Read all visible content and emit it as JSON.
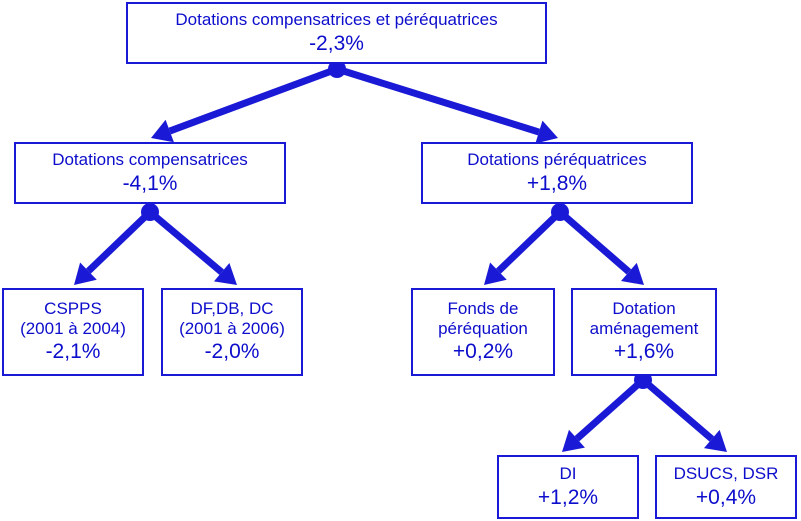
{
  "nodes": {
    "root": {
      "label": "Dotations compensatrices et péréquatrices",
      "value": "-2,3%"
    },
    "comp": {
      "label": "Dotations compensatrices",
      "value": "-4,1%"
    },
    "pereq": {
      "label": "Dotations péréquatrices",
      "value": "+1,8%"
    },
    "cspps": {
      "label": "CSPPS",
      "sub": "(2001 à 2004)",
      "value": "-2,1%"
    },
    "dfdb": {
      "label": "DF,DB, DC",
      "sub": "(2001 à 2006)",
      "value": "-2,0%"
    },
    "fonds": {
      "label": "Fonds de",
      "sub": "péréquation",
      "value": "+0,2%"
    },
    "amen": {
      "label": "Dotation",
      "sub": "aménagement",
      "value": "+1,6%"
    },
    "di": {
      "label": "DI",
      "value": "+1,2%"
    },
    "dsucs": {
      "label": "DSUCS, DSR",
      "value": "+0,4%"
    }
  },
  "colors": {
    "arrow": "#1a1ad6",
    "text": "#0d0dcc",
    "border": "#1a1ad6"
  }
}
